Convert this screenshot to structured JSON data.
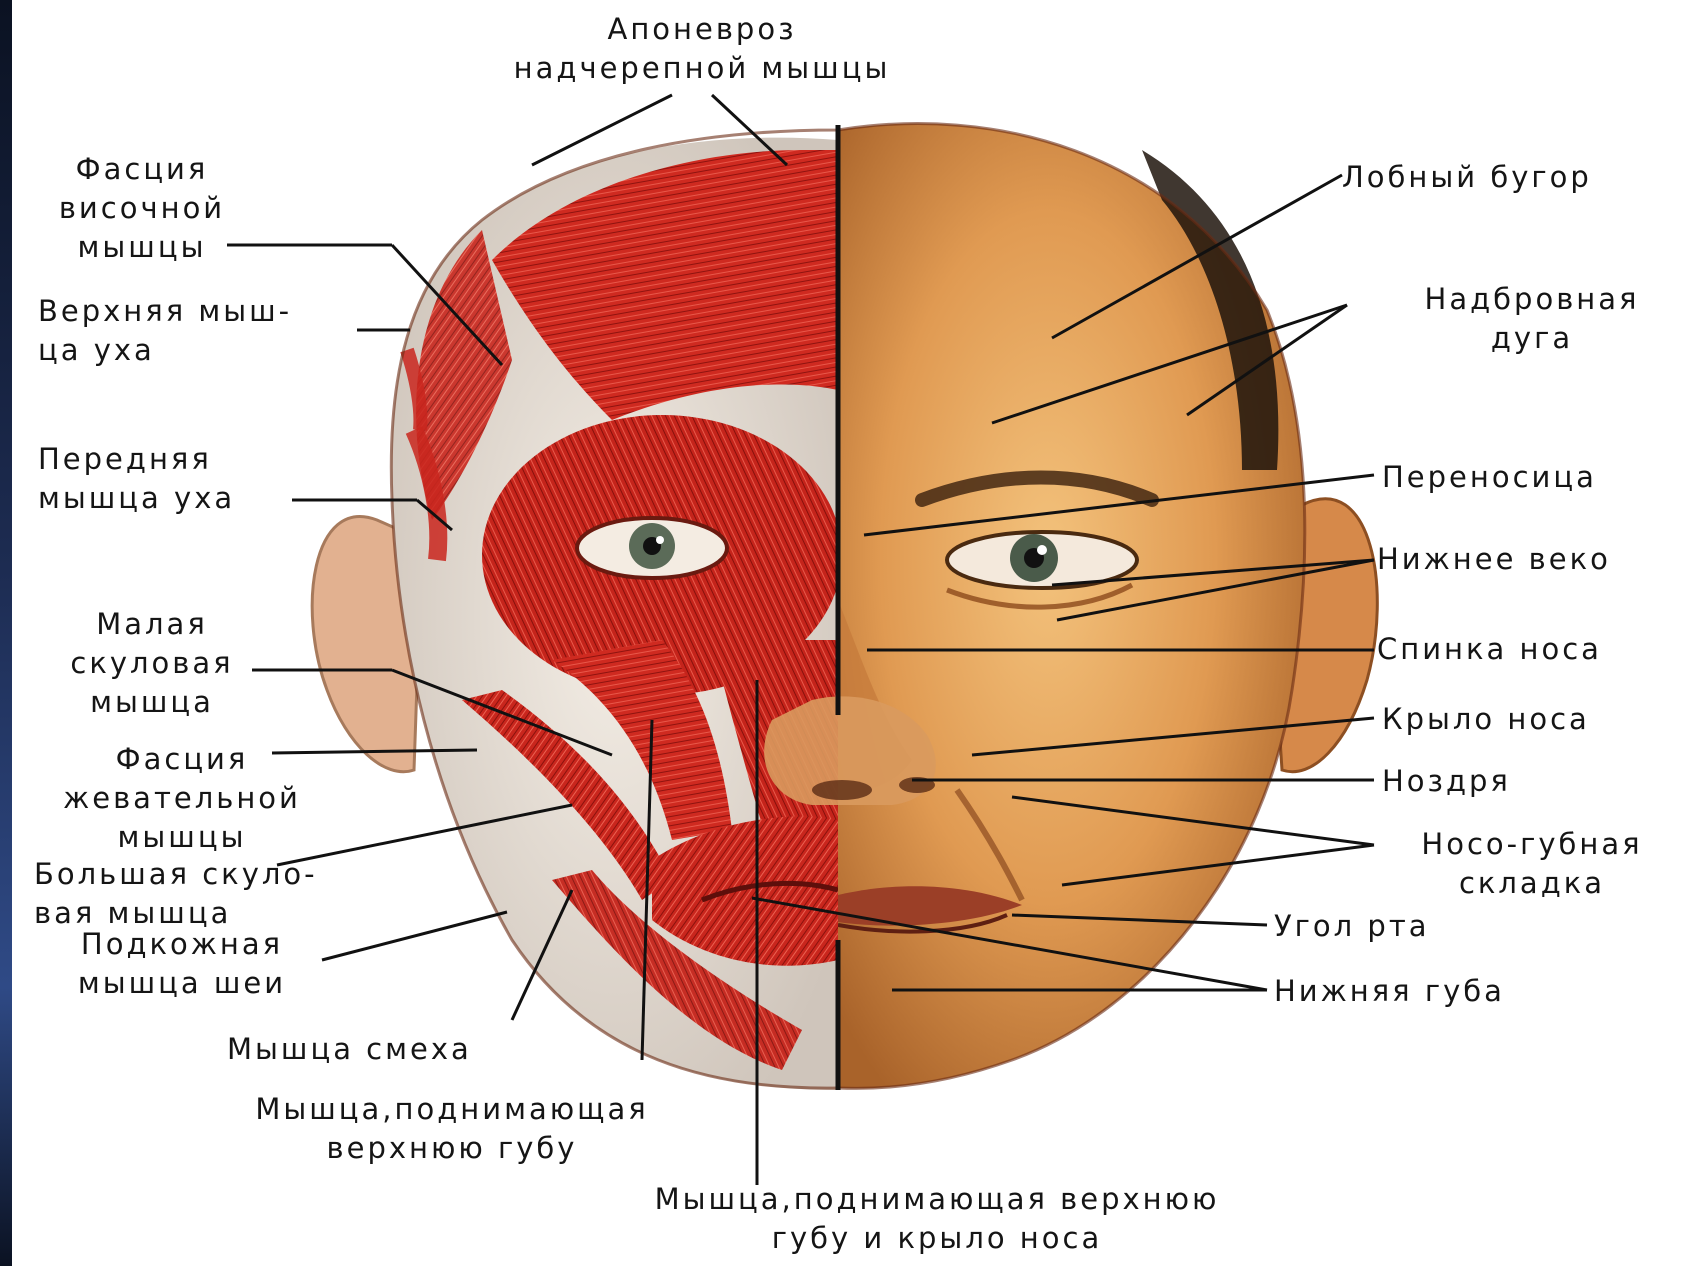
{
  "colors": {
    "muscle": "#c8231c",
    "muscle_dark": "#8e130f",
    "skin": "#e6a45a",
    "skin_dark": "#b06a2c",
    "hair": "#1f140c",
    "label": "#151515",
    "background": "#ffffff",
    "frame": "#0e1525"
  },
  "labels": {
    "aponeurosis": "Апоневроз\nнадчерепной мышцы",
    "temporal_fascia": "Фасция\nвисочной\nмышцы",
    "superior_auricular": "Верхняя мыш-\nца уха",
    "anterior_auricular": "Передняя\nмышца уха",
    "zygomaticus_minor": "Малая\nскуловая\nмышца",
    "masseter_fascia": "Фасция\nжевательной\nмышцы",
    "zygomaticus_major": "Большая скуло-\nвая мышца",
    "platysma": "Подкожная\nмышца шеи",
    "risorius": "Мышца смеха",
    "levator_labii": "Мышца,поднимающая\nверхнюю губу",
    "levator_labii_alaeque": "Мышца,поднимающая верхнюю\nгубу и крыло носа",
    "frontal_eminence": "Лобный бугор",
    "superciliary_arch": "Надбровная\nдуга",
    "nasal_bridge": "Переносица",
    "lower_eyelid": "Нижнее веко",
    "nasal_dorsum": "Спинка носа",
    "nasal_ala": "Крыло носа",
    "nostril": "Ноздря",
    "nasolabial_fold": "Носо-губная\nскладка",
    "mouth_angle": "Угол рта",
    "lower_lip": "Нижняя губа"
  }
}
